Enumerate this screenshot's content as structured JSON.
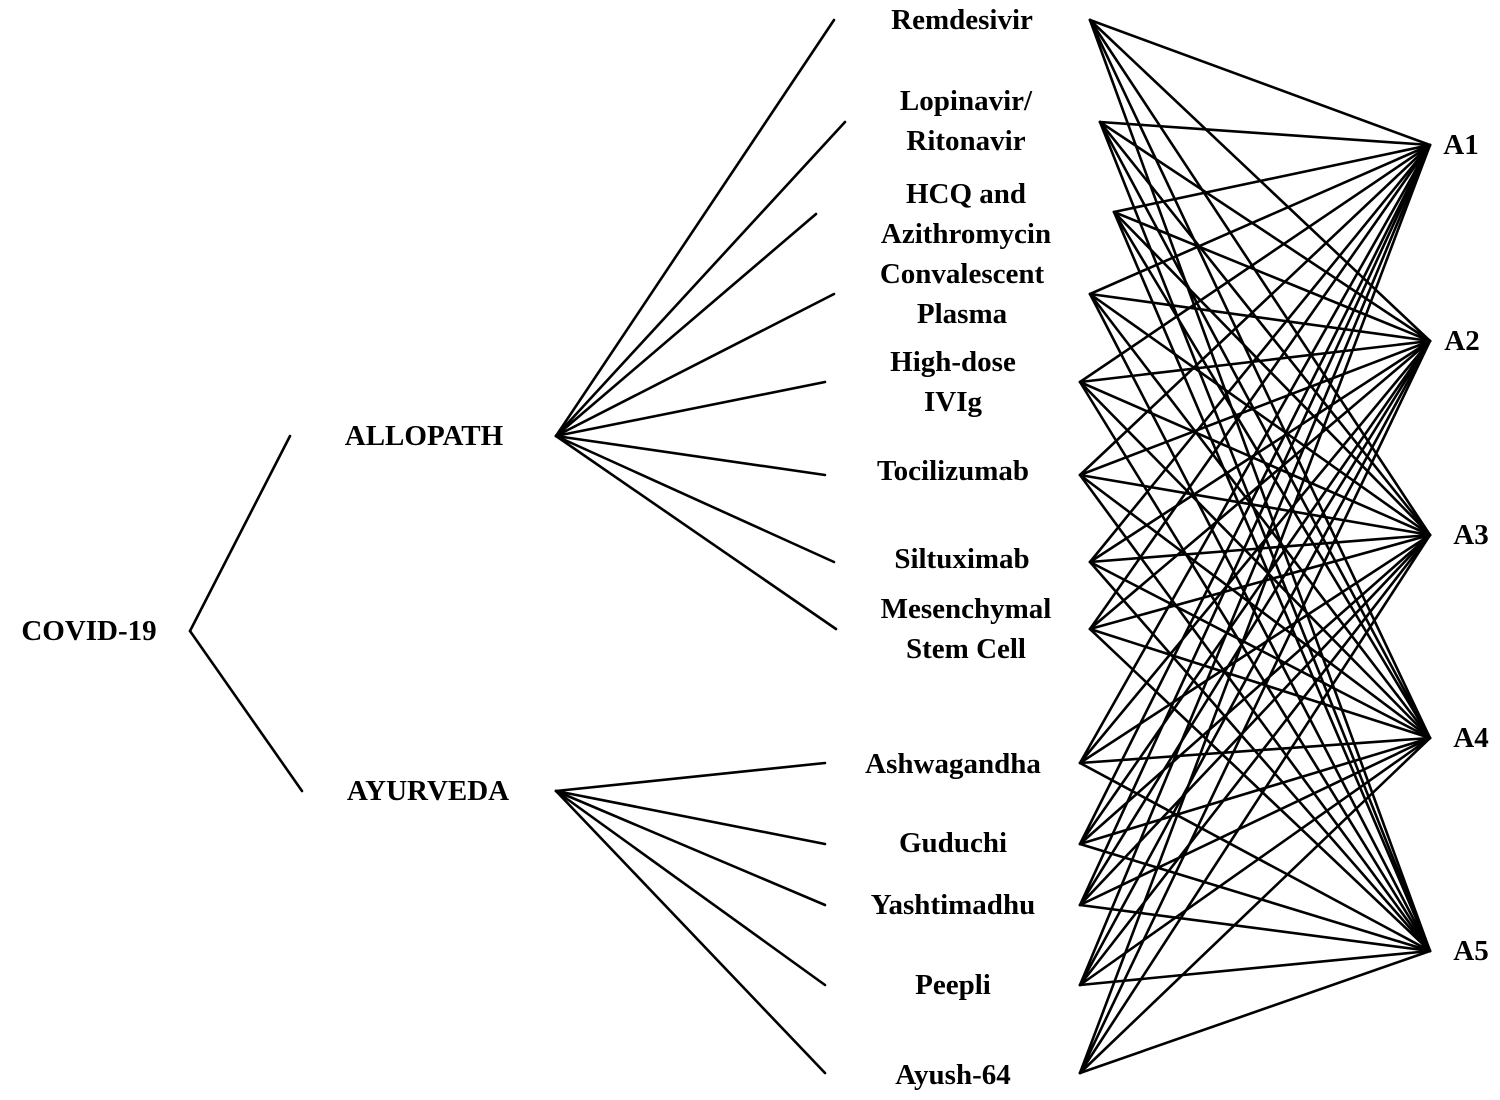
{
  "root": {
    "label": "COVID-19"
  },
  "categories": [
    {
      "label": "ALLOPATH"
    },
    {
      "label": "AYURVEDA"
    }
  ],
  "treatments": [
    {
      "lines": [
        "Remdesivir"
      ],
      "category": 0
    },
    {
      "lines": [
        "Lopinavir/",
        "Ritonavir"
      ],
      "category": 0
    },
    {
      "lines": [
        "HCQ and",
        "Azithromycin"
      ],
      "category": 0
    },
    {
      "lines": [
        "Convalescent",
        "Plasma"
      ],
      "category": 0
    },
    {
      "lines": [
        "High-dose",
        "IVIg"
      ],
      "category": 0
    },
    {
      "lines": [
        "Tocilizumab"
      ],
      "category": 0
    },
    {
      "lines": [
        "Siltuximab"
      ],
      "category": 0
    },
    {
      "lines": [
        "Mesenchymal",
        "Stem Cell"
      ],
      "category": 0
    },
    {
      "lines": [
        "Ashwagandha"
      ],
      "category": 1
    },
    {
      "lines": [
        "Guduchi"
      ],
      "category": 1
    },
    {
      "lines": [
        "Yashtimadhu"
      ],
      "category": 1
    },
    {
      "lines": [
        "Peepli"
      ],
      "category": 1
    },
    {
      "lines": [
        "Ayush-64"
      ],
      "category": 1
    }
  ],
  "alternatives": [
    {
      "label": "A1"
    },
    {
      "label": "A2"
    },
    {
      "label": "A3"
    },
    {
      "label": "A4"
    },
    {
      "label": "A5"
    }
  ],
  "colors": {
    "ink": "#000000",
    "background": "#ffffff"
  }
}
